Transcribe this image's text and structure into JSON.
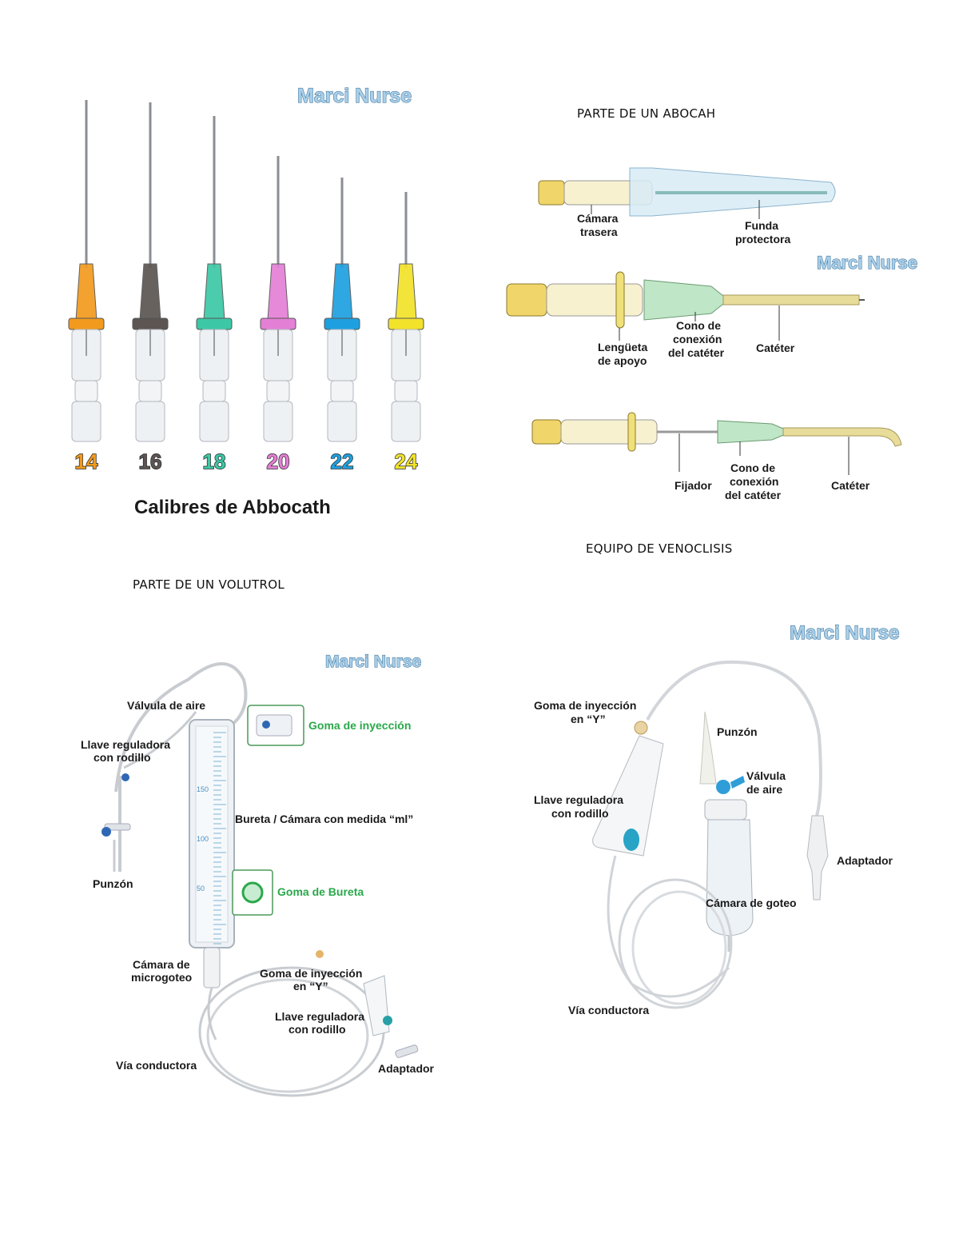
{
  "watermark": "Marci Nurse",
  "abbocath_gauges": {
    "title": "Calibres de Abbocath",
    "gauges": [
      {
        "label": "14",
        "color": "#f29a1e"
      },
      {
        "label": "16",
        "color": "#5c5552"
      },
      {
        "label": "18",
        "color": "#3cc8a6"
      },
      {
        "label": "20",
        "color": "#e47fd6"
      },
      {
        "label": "22",
        "color": "#1ea0e0"
      },
      {
        "label": "24",
        "color": "#f2e22a"
      }
    ]
  },
  "abocath_parts": {
    "heading": "PARTE DE UN ABOCAH",
    "camara_trasera": [
      "Cámara",
      "trasera"
    ],
    "funda_protectora": [
      "Funda",
      "protectora"
    ],
    "lengueta": [
      "Lengüeta",
      "de apoyo"
    ],
    "cono_1": [
      "Cono de",
      "conexión",
      "del catéter"
    ],
    "cateter_1": "Catéter",
    "fijador": "Fijador",
    "cono_2": [
      "Cono de",
      "conexión",
      "del catéter"
    ],
    "cateter_2": "Catéter"
  },
  "volutrol": {
    "heading": "PARTE DE UN  VOLUTROL",
    "valvula_aire": "Válvula de aire",
    "llave_reguladora": [
      "Llave reguladora",
      "con rodillo"
    ],
    "punzon": "Punzón",
    "goma_inyeccion": "Goma de inyección",
    "bureta": "Bureta / Cámara con medida “ml”",
    "goma_bureta": "Goma de Bureta",
    "camara_microgoteo": [
      "Cámara de",
      "microgoteo"
    ],
    "goma_inyeccion_y": [
      "Goma de inyección",
      "en “Y”"
    ],
    "llave_reguladora_2": [
      "Llave reguladora",
      "con rodillo"
    ],
    "via_conductora": "Vía conductora",
    "adaptador": "Adaptador",
    "scale_marks": [
      "150",
      "100",
      "50"
    ]
  },
  "venoclisis": {
    "heading": "EQUIPO DE VENOCLISIS",
    "goma_inyeccion_y": [
      "Goma de inyección",
      "en “Y”"
    ],
    "punzon": "Punzón",
    "valvula_aire": [
      "Válvula",
      "de aire"
    ],
    "llave_reguladora": [
      "Llave reguladora",
      "con rodillo"
    ],
    "adaptador": "Adaptador",
    "camara_goteo": "Cámara de goteo",
    "via_conductora": "Vía conductora"
  }
}
